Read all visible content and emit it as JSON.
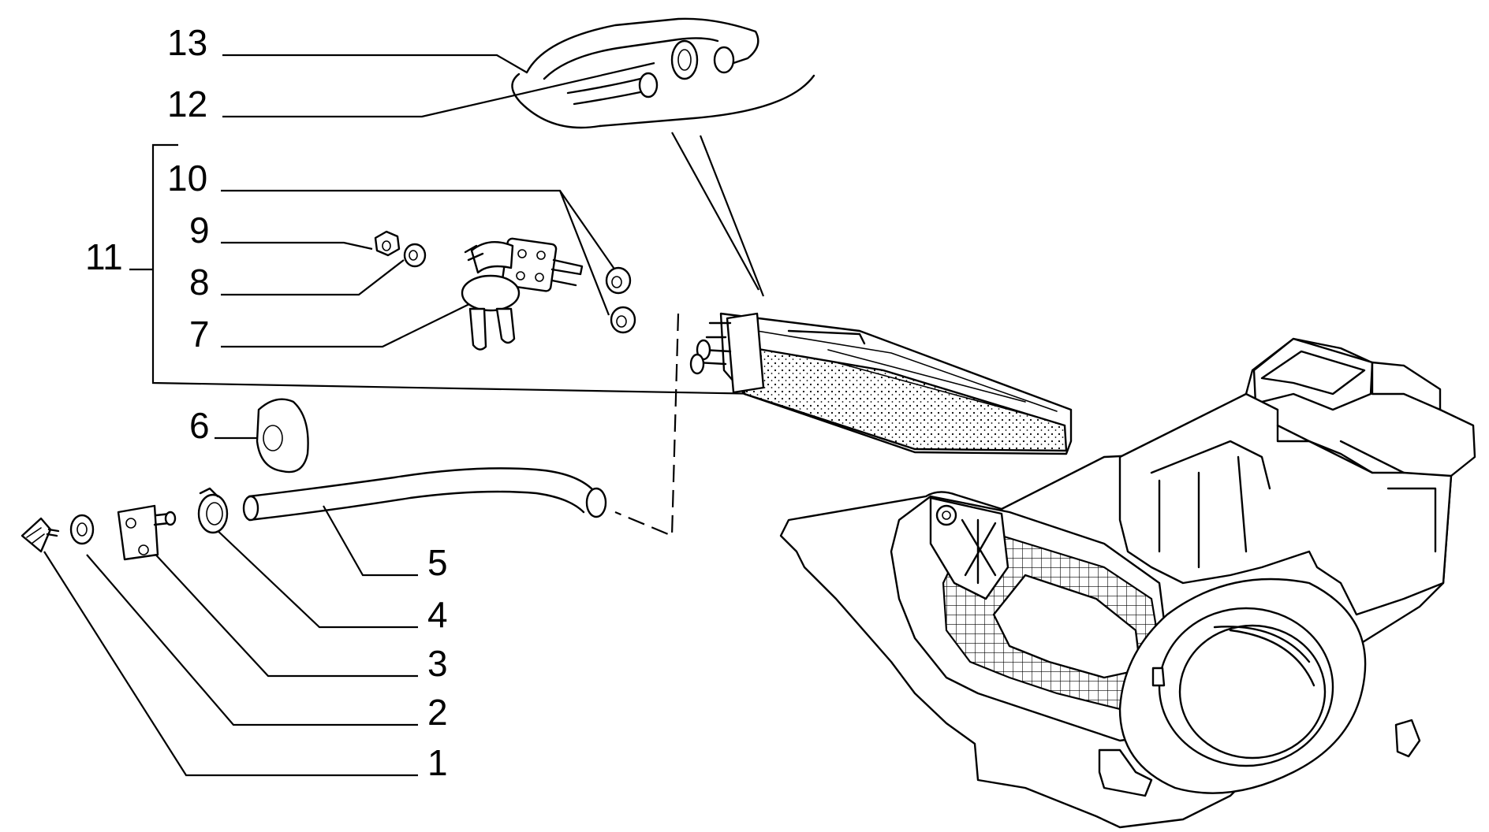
{
  "callouts": [
    {
      "id": "13",
      "label": "13"
    },
    {
      "id": "12",
      "label": "12"
    },
    {
      "id": "11",
      "label": "11"
    },
    {
      "id": "10",
      "label": "10"
    },
    {
      "id": "9",
      "label": "9"
    },
    {
      "id": "8",
      "label": "8"
    },
    {
      "id": "7",
      "label": "7"
    },
    {
      "id": "6",
      "label": "6"
    },
    {
      "id": "5",
      "label": "5"
    },
    {
      "id": "4",
      "label": "4"
    },
    {
      "id": "3",
      "label": "3"
    },
    {
      "id": "2",
      "label": "2"
    },
    {
      "id": "1",
      "label": "1"
    }
  ]
}
